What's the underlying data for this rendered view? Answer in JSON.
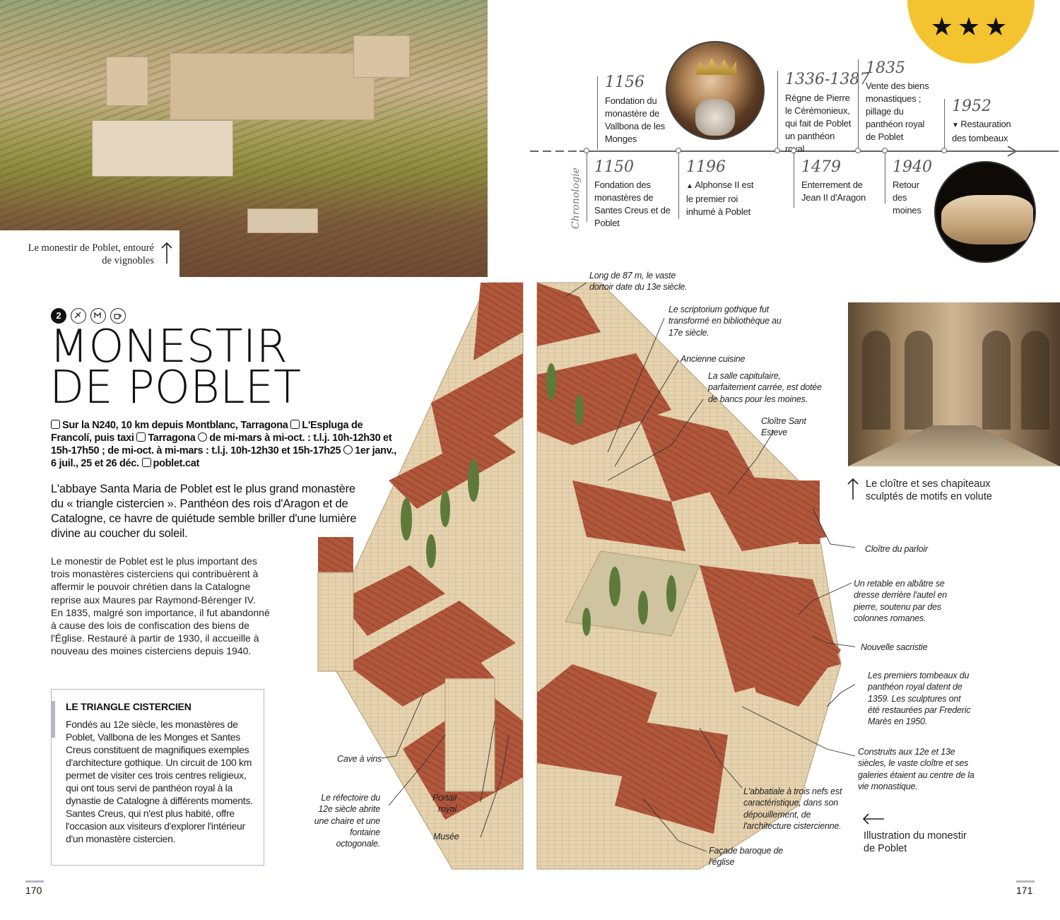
{
  "photo_captions": {
    "aerial": "Le monestir de Poblet, entouré de vignobles",
    "cloister": "Le cloître et ses chapiteaux sculptés de motifs en volute",
    "illustration": "Illustration du monestir de Poblet"
  },
  "rating": {
    "stars": 3,
    "symbol": "★★★"
  },
  "timeline": {
    "label": "Chronologie",
    "events": [
      {
        "year": "1156",
        "text": "Fondation du monastère de Vallbona de les Monges"
      },
      {
        "year": "1150",
        "text": "Fondation des monastères de Santes Creus et de Poblet"
      },
      {
        "year": "1196",
        "text": "Alphonse II est le premier roi inhumé à Poblet"
      },
      {
        "year": "1336-1387",
        "text": "Règne de Pierre le Cérémonieux, qui fait de Poblet un panthéon royal"
      },
      {
        "year": "1479",
        "text": "Enterrement de Jean II d'Aragon"
      },
      {
        "year": "1835",
        "text": "Vente des biens monastiques ; pillage du panthéon royal de Poblet"
      },
      {
        "year": "1940",
        "text": "Retour des moines"
      },
      {
        "year": "1952",
        "text": "Restauration des tombeaux"
      }
    ]
  },
  "entry": {
    "number": "2",
    "title_line1": "MONESTIR",
    "title_line2": "DE POBLET",
    "address": "Sur la N240, 10 km depuis Montblanc, Tarragona",
    "train": "L'Espluga de Francolí, puis taxi",
    "bus": "Tarragona",
    "hours": "de mi-mars à mi-oct. : t.l.j. 10h-12h30 et 15h-17h50 ; de mi-oct. à mi-mars : t.l.j. 10h-12h30 et 15h-17h25",
    "closed": "1er janv., 6 juil., 25 et 26 déc.",
    "website": "poblet.cat",
    "intro": "L'abbaye Santa Maria de Poblet est le plus grand monastère du « triangle cistercien ». Panthéon des rois d'Aragon et de Catalogne, ce havre de quiétude semble briller d'une lumière divine au coucher du soleil.",
    "body": "Le monestir de Poblet est le plus important des trois monastères cisterciens qui contribuèrent à affermir le pouvoir chrétien dans la Catalogne reprise aux Maures par Raymond-Bérenger IV. En 1835, malgré son importance, il fut abandonné à cause des lois de confiscation des biens de l'Église. Restauré à partir de 1930, il accueille à nouveau des moines cisterciens depuis 1940."
  },
  "sidebar": {
    "heading": "LE TRIANGLE CISTERCIEN",
    "text": "Fondés au 12e siècle, les monastères de Poblet, Vallbona de les Monges et Santes Creus constituent de magnifiques exemples d'architecture gothique. Un circuit de 100 km permet de visiter ces trois centres religieux, qui ont tous servi de panthéon royal à la dynastie de Catalogne à différents moments. Santes Creus, qui n'est plus habité, offre l'occasion aux visiteurs d'explorer l'intérieur d'un monastère cistercien."
  },
  "callouts": {
    "dortoir": "Long de 87 m, le vaste dortoir date du 13e siècle.",
    "scriptorium": "Le scriptorium gothique fut transformé en bibliothèque au 17e siècle.",
    "cuisine": "Ancienne cuisine",
    "capitulaire": "La salle capitulaire, parfaitement carrée, est dotée de bancs pour les moines.",
    "sant_esteve": "Cloître Sant Esteve",
    "parloir": "Cloître du parloir",
    "retable": "Un retable en albâtre se dresse derrière l'autel en pierre, soutenu par des colonnes romanes.",
    "sacristie": "Nouvelle sacristie",
    "tombeaux": "Les premiers tombeaux du panthéon royal datent de 1359. Les sculptures ont été restaurées par Frederic Marès en 1950.",
    "cloitre": "Construits aux 12e et 13e siècles, le vaste cloître et ses galeries étaient au centre de la vie monastique.",
    "abbatiale": "L'abbatiale à trois nefs est caractéristique, dans son dépouillement, de l'architecture cistercienne.",
    "facade": "Façade baroque de l'église",
    "cave": "Cave à vins",
    "refectoire": "Le réfectoire du 12e siècle abrite une chaire et une fontaine octogonale.",
    "portail": "Portail royal",
    "musee": "Musée"
  },
  "folios": {
    "left": "170",
    "right": "171"
  },
  "colors": {
    "accent_yellow": "#f4c430",
    "rule_lilac": "#b7b5c8",
    "roof": "#a9553b",
    "stone": "#e6d3b0"
  }
}
